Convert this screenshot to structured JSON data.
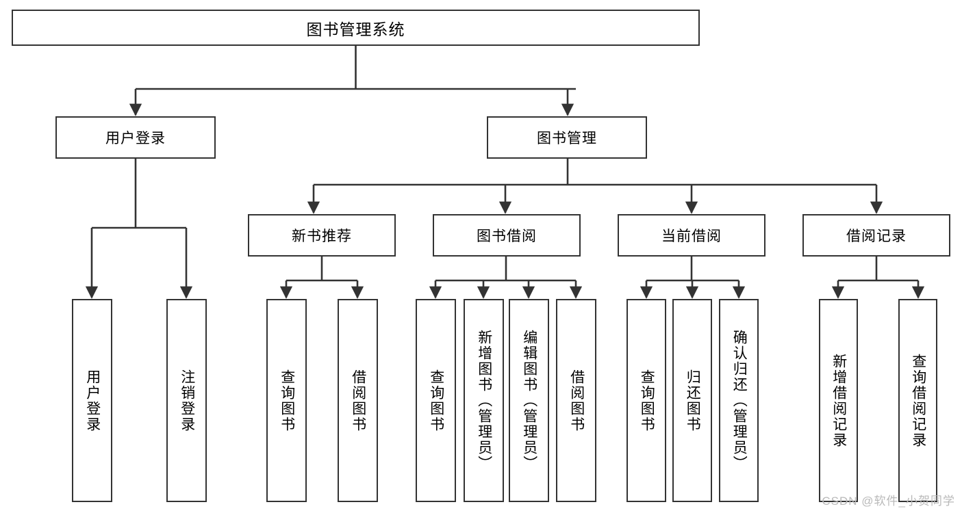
{
  "diagram": {
    "title": "图书管理系统",
    "type": "tree",
    "watermark": "CSDN @软件_小贺同学",
    "colors": {
      "border": "#333333",
      "background": "#ffffff",
      "text": "#000000",
      "edge": "#333333",
      "watermark": "#b9b9b9"
    },
    "root": {
      "label": "图书管理系统"
    },
    "level2": [
      {
        "label": "用户登录"
      },
      {
        "label": "图书管理"
      }
    ],
    "level3": [
      {
        "label": "新书推荐"
      },
      {
        "label": "图书借阅"
      },
      {
        "label": "当前借阅"
      },
      {
        "label": "借阅记录"
      }
    ],
    "leaves": {
      "user_login": [
        {
          "label": "用户登录"
        },
        {
          "label": "注销登录"
        }
      ],
      "new_book": [
        {
          "label": "查询图书"
        },
        {
          "label": "借阅图书"
        }
      ],
      "borrow": [
        {
          "label": "查询图书"
        },
        {
          "label": "新增图书（管理员）"
        },
        {
          "label": "编辑图书（管理员）"
        },
        {
          "label": "借阅图书"
        }
      ],
      "current": [
        {
          "label": "查询图书"
        },
        {
          "label": "归还图书"
        },
        {
          "label": "确认归还（管理员）"
        }
      ],
      "records": [
        {
          "label": "新增借阅记录"
        },
        {
          "label": "查询借阅记录"
        }
      ]
    }
  }
}
